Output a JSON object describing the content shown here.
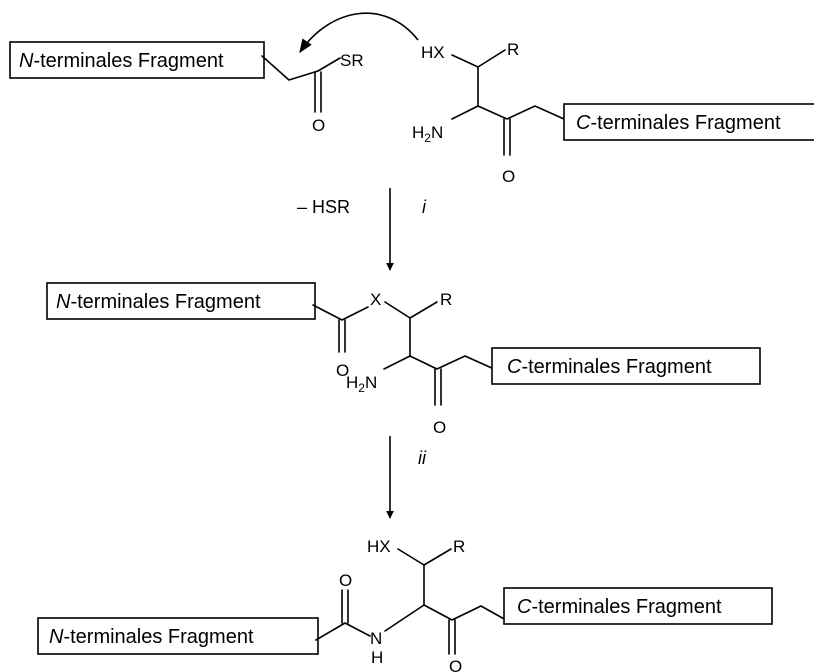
{
  "fragments": {
    "n_terminal": {
      "prefix": "N",
      "rest": "-terminales Fragment"
    },
    "c_terminal": {
      "prefix": "C",
      "rest": "-terminales Fragment"
    }
  },
  "atoms": {
    "sr": "SR",
    "hx": "HX",
    "x": "X",
    "r": "R",
    "o": "O",
    "h2n_h": "H",
    "h2n_sub": "2",
    "h2n_n": "N",
    "nh_n": "N",
    "nh_h": "H"
  },
  "conditions": {
    "step1_reagent": "– HSR",
    "step1_label": "i",
    "step2_label": "ii"
  }
}
